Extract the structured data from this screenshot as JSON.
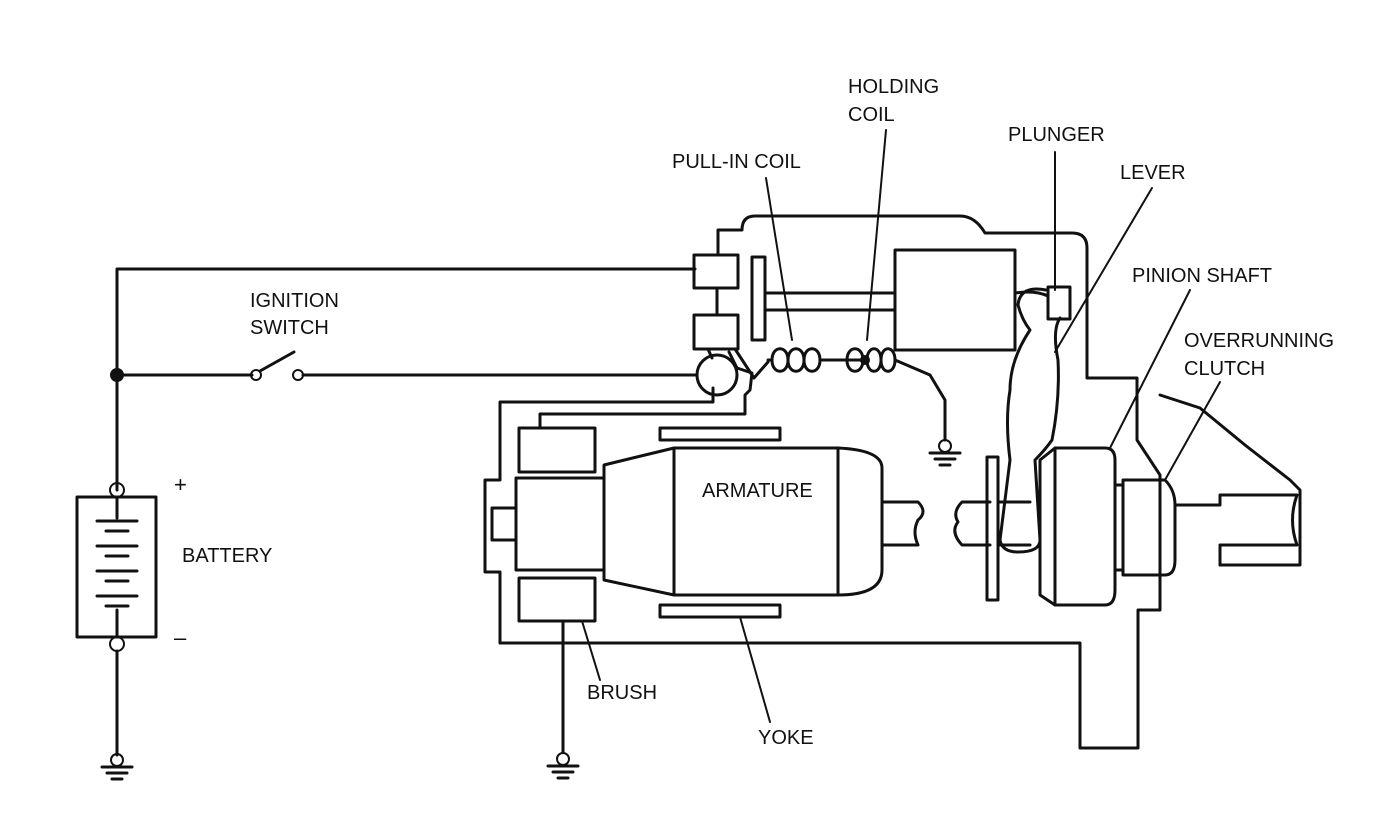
{
  "labels": {
    "holding_coil_line1": "HOLDING",
    "holding_coil_line2": "COIL",
    "pull_in_coil": "PULL-IN COIL",
    "plunger": "PLUNGER",
    "lever": "LEVER",
    "pinion_shaft": "PINION SHAFT",
    "overrunning_clutch_line1": "OVERRUNNING",
    "overrunning_clutch_line2": "CLUTCH",
    "ignition_switch_line1": "IGNITION",
    "ignition_switch_line2": "SWITCH",
    "battery": "BATTERY",
    "battery_plus": "+",
    "battery_minus": "–",
    "armature": "ARMATURE",
    "brush": "BRUSH",
    "yoke": "YOKE"
  }
}
